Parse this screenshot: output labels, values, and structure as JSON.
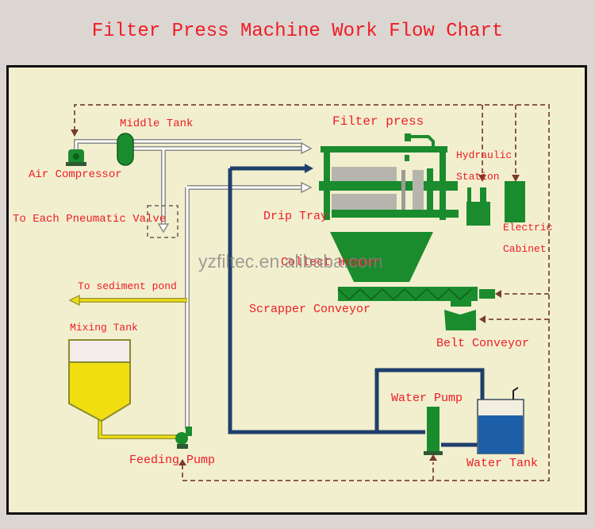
{
  "title": "Filter Press Machine Work Flow Chart",
  "watermark": "yzfiltec.en.alibaba.com",
  "labels": {
    "middle_tank": "Middle Tank",
    "air_compressor": "Air Compressor",
    "pneumatic_valve": "To Each Pneumatic Valve",
    "filter_press": "Filter press",
    "hydraulic": "Hydraulic",
    "station": "Station",
    "electric": "Electric",
    "cabinet": "Cabinet",
    "drip_tray": "Drip Tray",
    "collect_hopper": "Collect Hopper",
    "scrapper_conveyor": "Scrapper Conveyor",
    "belt_conveyor": "Belt Conveyor",
    "sediment_pond": "To sediment pond",
    "mixing_tank": "Mixing Tank",
    "feeding_pump": "Feeding Pump",
    "water_pump": "Water Pump",
    "water_tank": "Water Tank"
  },
  "colors": {
    "label": "#ee1c24",
    "equipment": "#1a8c2e",
    "water_pipe": "#1f3f6a",
    "air_pipe": "#ffffff",
    "slurry": "#f0de10",
    "water": "#1c5fa8",
    "control_line": "#7a4a35"
  }
}
